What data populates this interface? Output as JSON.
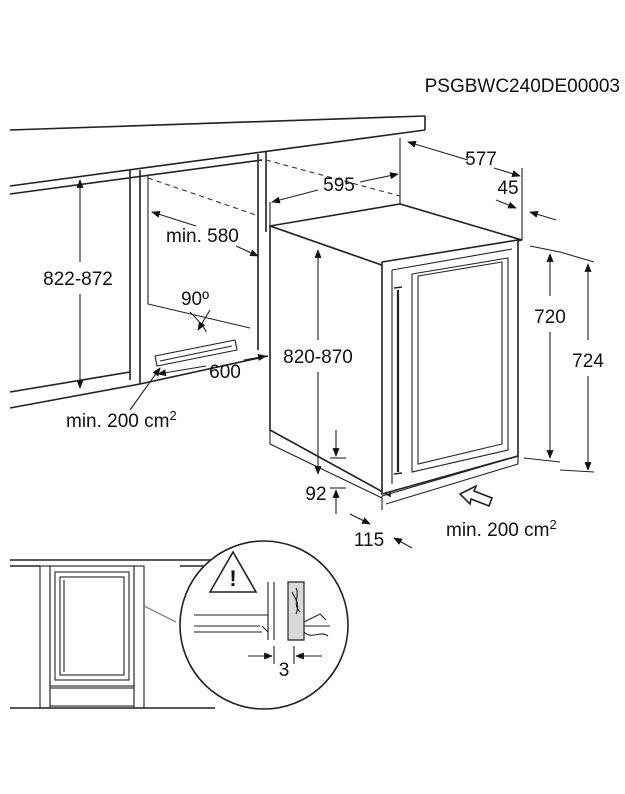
{
  "model_code": "PSGBWC240DE00003",
  "dimensions": {
    "depth_577": "577",
    "width_595": "595",
    "door_45": "45",
    "niche_min_580": "min. 580",
    "niche_height": "822-872",
    "appliance_height": "820-870",
    "height_720": "720",
    "height_724": "724",
    "door_angle": "90º",
    "niche_width_600": "600",
    "plinth_92": "92",
    "plinth_115": "115",
    "gap_3": "3"
  },
  "ventilation": {
    "left_label": "min. 200 cm",
    "left_sup": "2",
    "right_label": "min. 200 cm",
    "right_sup": "2"
  },
  "icons": [
    "warning-triangle-icon"
  ]
}
